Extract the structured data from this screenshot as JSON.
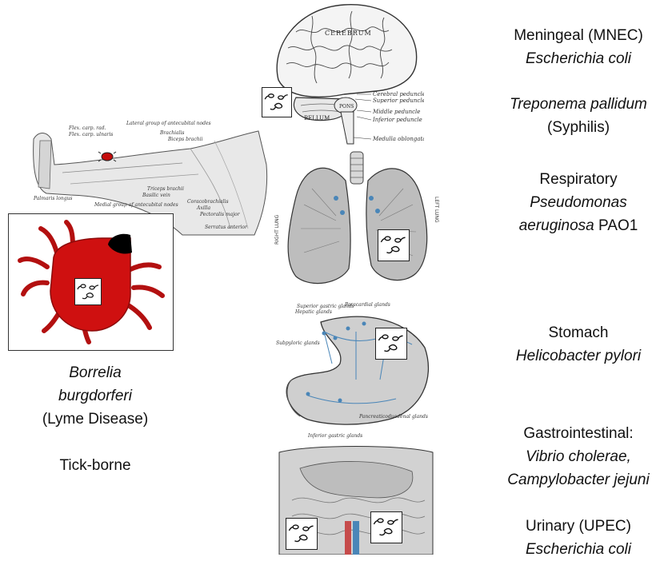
{
  "left": {
    "species_line1": "Borrelia",
    "species_line2": "burgdorferi",
    "disease": "(Lyme Disease)",
    "category": "Tick-borne"
  },
  "right": [
    {
      "line1": "Meningeal (MNEC)",
      "line2": "Escherichia coli"
    },
    {
      "line1": "Treponema pallidum",
      "line2": "(Syphilis)"
    },
    {
      "line1": "Respiratory",
      "line2": "Pseudomonas",
      "line3_it": "aeruginosa",
      "line3_rest": " PAO1"
    },
    {
      "line1": "Stomach",
      "line2": "Helicobacter pylori"
    },
    {
      "line1": "Gastrointestinal:",
      "line2": "Vibrio cholerae,",
      "line3": "Campylobacter jejuni"
    },
    {
      "line1": "Urinary (UPEC)",
      "line2": "Escherichia coli"
    }
  ],
  "anatomy_labels": {
    "brain": {
      "cerebrum": "CEREBRUM",
      "cerebellum": "BELLUM",
      "pons": "PONS",
      "cerebral_peduncle": "Cerebral peduncle",
      "superior_peduncle": "Superior peduncle",
      "middle_peduncle": "Middle peduncle",
      "inferior_peduncle": "Inferior peduncle",
      "medulla": "Medulla oblongata"
    },
    "lungs": {
      "right": "RIGHT LUNG",
      "left": "LEFT LUNG"
    },
    "stomach": {
      "superior_gastric": "Superior gastric glands",
      "hepatic": "Hepatic glands",
      "paracardial": "Paracardial glands",
      "subpyloric": "Subpyloric glands",
      "pancreaticoduodenal": "Pancreaticoduodenal glands",
      "inferior_gastric": "Inferior gastric glands"
    },
    "arm": {
      "flexors": "Flex. carp. rad.",
      "palmaris": "Palmaris longus",
      "flexor_ulnaris": "Flex. carp. ulnaris",
      "lateral_group": "Lateral group of antecubital nodes",
      "brachialis": "Brachialis",
      "biceps": "Biceps brachii",
      "medial_group": "Medial group of antecubital nodes",
      "triceps": "Triceps brachii",
      "basilic": "Basilic vein",
      "coracobrachialis": "Coracobrachialis",
      "axilla": "Axilla",
      "pectoralis": "Pectoralis major",
      "serratus": "Serratus anterior"
    }
  },
  "colors": {
    "tick_red": "#c40d0d",
    "tick_dark": "#8b0a0a",
    "tissue_gray": "#b9b9b9",
    "vessel_blue": "#4a86b8"
  }
}
